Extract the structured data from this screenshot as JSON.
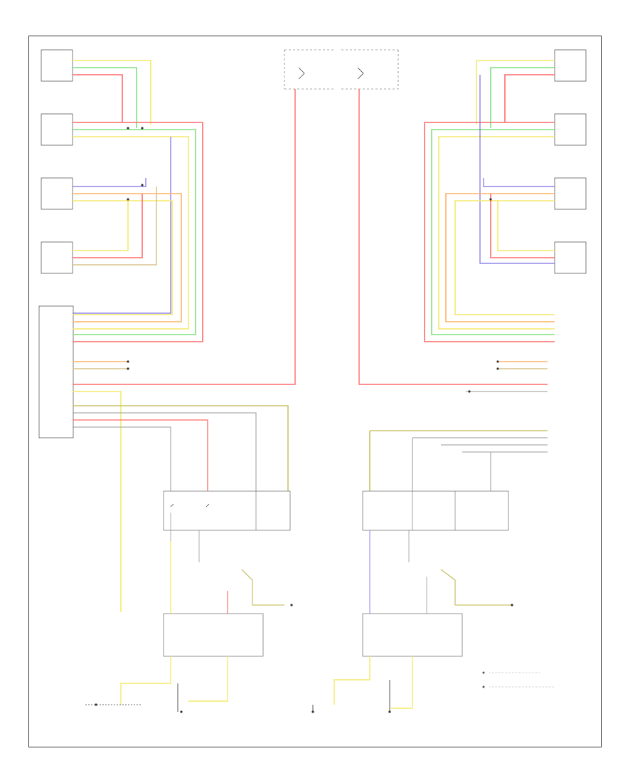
{
  "diagram": {
    "reference_code": "",
    "colors": {
      "red": "#ff6b6b",
      "green": "#7ee07e",
      "yellow": "#f4e96a",
      "orange": "#ffb366",
      "purple": "#7a6ee0",
      "blue_purple": "#8f86e8",
      "tan": "#d8c48a",
      "olive": "#c9c36a",
      "gray": "#9a9a9a",
      "black": "#333333",
      "lavender": "#b3a8f0"
    },
    "legend": [
      "",
      ""
    ],
    "components": [
      "left-top-connector",
      "left-connector-2",
      "left-connector-3",
      "left-connector-4",
      "left-module",
      "right-top-connector",
      "right-connector-2",
      "right-connector-3",
      "right-connector-4",
      "right-connector-5",
      "left-fuse",
      "right-fuse",
      "left-seat-switch",
      "right-seat-switch",
      "left-lower-switch",
      "right-lower-switch"
    ]
  }
}
